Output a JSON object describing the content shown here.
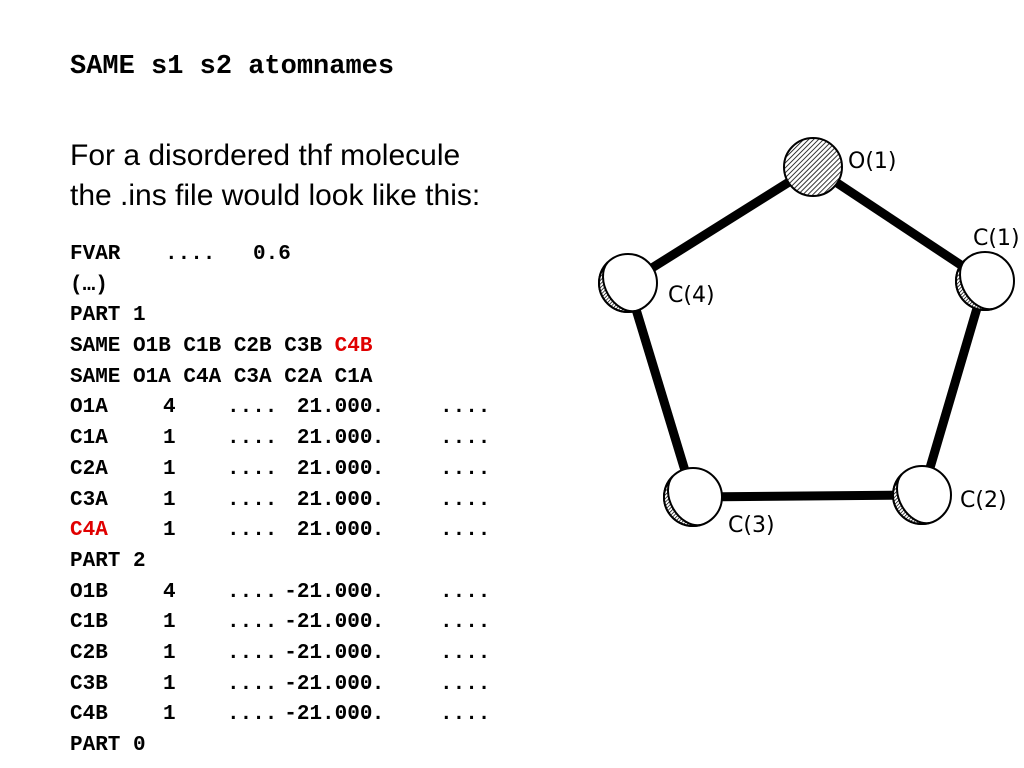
{
  "title": "SAME s1 s2 atomnames",
  "intro": {
    "line1": "For a disordered thf molecule",
    "line2": "the .ins file would look like this:"
  },
  "code": {
    "fvar": {
      "keyword": "FVAR",
      "dots": "....",
      "value": "0.6"
    },
    "ellipsis": "(…)",
    "part1": "PART 1",
    "same1": {
      "prefix": "SAME O1B C1B C2B C3B ",
      "highlight": "C4B"
    },
    "same2": "SAME O1A C4A C3A C2A C1A",
    "atomsA": [
      {
        "name": "O1A",
        "type": "4",
        "x": "....",
        "y": "....",
        "z": "....",
        "occ": "21.000",
        "highlight": false
      },
      {
        "name": "C1A",
        "type": "1",
        "x": "....",
        "y": "....",
        "z": "....",
        "occ": "21.000",
        "highlight": false
      },
      {
        "name": "C2A",
        "type": "1",
        "x": "....",
        "y": "....",
        "z": "....",
        "occ": "21.000",
        "highlight": false
      },
      {
        "name": "C3A",
        "type": "1",
        "x": "....",
        "y": "....",
        "z": "....",
        "occ": "21.000",
        "highlight": false
      },
      {
        "name": "C4A",
        "type": "1",
        "x": "....",
        "y": "....",
        "z": "....",
        "occ": "21.000",
        "highlight": true
      }
    ],
    "part2": "PART 2",
    "atomsB": [
      {
        "name": "O1B",
        "type": "4",
        "x": "....",
        "y": "....",
        "z": "....",
        "occ": "-21.000",
        "highlight": false
      },
      {
        "name": "C1B",
        "type": "1",
        "x": "....",
        "y": "....",
        "z": "....",
        "occ": "-21.000",
        "highlight": false
      },
      {
        "name": "C2B",
        "type": "1",
        "x": "....",
        "y": "....",
        "z": "....",
        "occ": "-21.000",
        "highlight": false
      },
      {
        "name": "C3B",
        "type": "1",
        "x": "....",
        "y": "....",
        "z": "....",
        "occ": "-21.000",
        "highlight": false
      },
      {
        "name": "C4B",
        "type": "1",
        "x": "....",
        "y": "....",
        "z": "....",
        "occ": "-21.000",
        "highlight": false
      }
    ],
    "part0": "PART 0"
  },
  "diagram": {
    "atoms": [
      {
        "label": "O(1)",
        "element": "O"
      },
      {
        "label": "C(1)",
        "element": "C"
      },
      {
        "label": "C(2)",
        "element": "C"
      },
      {
        "label": "C(3)",
        "element": "C"
      },
      {
        "label": "C(4)",
        "element": "C"
      }
    ],
    "bonds": [
      [
        "O(1)",
        "C(1)"
      ],
      [
        "C(1)",
        "C(2)"
      ],
      [
        "C(2)",
        "C(3)"
      ],
      [
        "C(3)",
        "C(4)"
      ],
      [
        "C(4)",
        "O(1)"
      ]
    ]
  },
  "colors": {
    "highlight": "#e00000",
    "text": "#000000"
  }
}
